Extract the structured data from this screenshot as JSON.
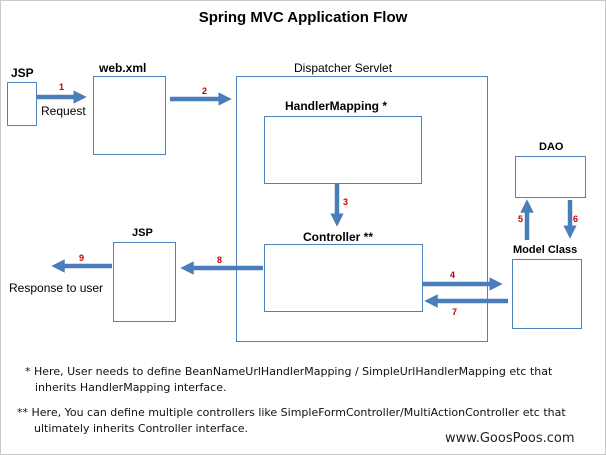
{
  "title": "Spring MVC Application Flow",
  "nodes": {
    "jsp_in": "JSP",
    "web_xml": "web.xml",
    "dispatcher": "Dispatcher Servlet",
    "handler_mapping": "HandlerMapping *",
    "controller": "Controller **",
    "dao": "DAO",
    "model_class": "Model Class",
    "jsp_out": "JSP"
  },
  "edge_labels": {
    "request": "Request",
    "response": "Response to user"
  },
  "steps": [
    "1",
    "2",
    "3",
    "4",
    "5",
    "6",
    "7",
    "8",
    "9"
  ],
  "notes": {
    "note1_line1": "* Here, User needs to define BeanNameUrlHandlerMapping / SimpleUrlHandlerMapping etc that",
    "note1_line2": "inherits HandlerMapping interface.",
    "note2_line1": "** Here, You can define multiple controllers like SimpleFormController/MultiActionController etc that",
    "note2_line2": "ultimately inherits Controller interface."
  },
  "watermark": "www.GoosPoos.com",
  "colors": {
    "box_border": "#4f81bd",
    "arrow": "#4a7ebb",
    "step_number": "#c00000"
  }
}
